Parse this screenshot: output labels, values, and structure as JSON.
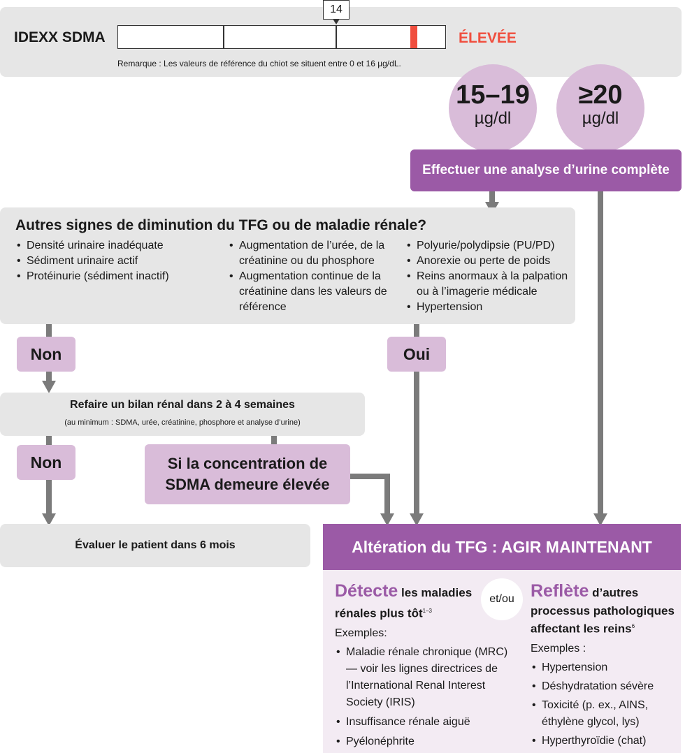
{
  "header": {
    "title": "IDEXX SDMA",
    "marker_value": "14",
    "status": "ÉLEVÉE",
    "note": "Remarque : Les valeurs de référence du chiot se situent entre 0 et 16 µg/dL.",
    "status_color": "#f04e3e"
  },
  "circles": [
    {
      "value": "15–19",
      "unit": "µg/dl"
    },
    {
      "value": "≥20",
      "unit": "µg/dl"
    }
  ],
  "urinalysis": "Effectuer une analyse d’urine complète",
  "question": {
    "title": "Autres signes de diminution du TFG ou de maladie rénale?",
    "col1": [
      "Densité urinaire inadéquate",
      "Sédiment urinaire actif",
      "Protéinurie (sédiment inactif)"
    ],
    "col2": [
      "Augmentation de l’urée, de la créatinine ou du phosphore",
      "Augmentation continue de la créatinine dans les valeurs de référence"
    ],
    "col3": [
      "Polyurie/polydipsie (PU/PD)",
      "Anorexie ou perte de poids",
      "Reins anormaux à la palpation ou à l’imagerie médicale",
      "Hypertension"
    ]
  },
  "labels": {
    "no1": "Non",
    "yes": "Oui",
    "no2": "Non"
  },
  "recheck": {
    "title": "Refaire un bilan rénal dans 2 à 4 semaines",
    "subtitle": "(au minimum : SDMA, urée, créatinine, phosphore et analyse d’urine)"
  },
  "persist": "Si la concentration de SDMA demeure élevée",
  "evaluate": "Évaluer le patient dans 6 mois",
  "action": {
    "title": "Altération du TFG : AGIR MAINTENANT",
    "andor": "et/ou",
    "left": {
      "highlight": "Détecte",
      "rest1": " les maladies",
      "line2": "rénales plus tôt",
      "sup": "1–3",
      "examples_label": "Exemples:",
      "items": [
        "Maladie rénale chronique (MRC) — voir les lignes directrices de l’International Renal Interest Society (IRIS)",
        "Insuffisance rénale aiguë",
        "Pyélonéphrite"
      ]
    },
    "right": {
      "highlight": "Reflète",
      "rest1": " d’autres",
      "line2": "processus pathologiques",
      "line3": "affectant les reins",
      "sup": "6",
      "examples_label": "Exemples :",
      "items": [
        "Hypertension",
        "Déshydratation sévère",
        "Toxicité (p. ex., AINS, éthylène glycol, lys)",
        "Hyperthyroïdie (chat)"
      ]
    }
  }
}
